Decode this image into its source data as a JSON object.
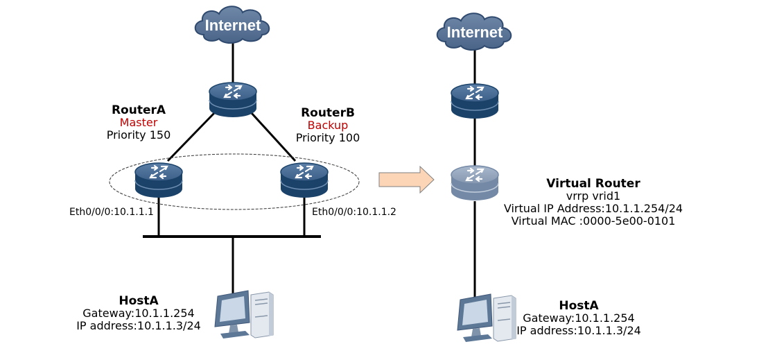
{
  "left_topology": {
    "internet_label": "Internet",
    "router_a": {
      "name": "RouterA",
      "role": "Master",
      "priority": "Priority 150",
      "interface": "Eth0/0/0:10.1.1.1"
    },
    "router_b": {
      "name": "RouterB",
      "role": "Backup",
      "priority": "Priority 100",
      "interface": "Eth0/0/0:10.1.1.2"
    },
    "host": {
      "name": "HostA",
      "gateway": "Gateway:10.1.1.254",
      "ip": "IP address:10.1.1.3/24"
    }
  },
  "right_topology": {
    "internet_label": "Internet",
    "virtual_router": {
      "name": "Virtual Router",
      "vrid": "vrrp vrid1",
      "virtual_ip": "Virtual IP Address:10.1.1.254/24",
      "virtual_mac": "Virtual MAC :0000-5e00-0101"
    },
    "host": {
      "name": "HostA",
      "gateway": "Gateway:10.1.1.254",
      "ip": "IP address:10.1.1.3/24"
    }
  },
  "colors": {
    "router_dark": "#1f4e79",
    "router_light": "#8a9bb3",
    "cloud": "#4d6a8f",
    "role_text": "#c00000",
    "arrow_fill": "#fbd5b5"
  }
}
